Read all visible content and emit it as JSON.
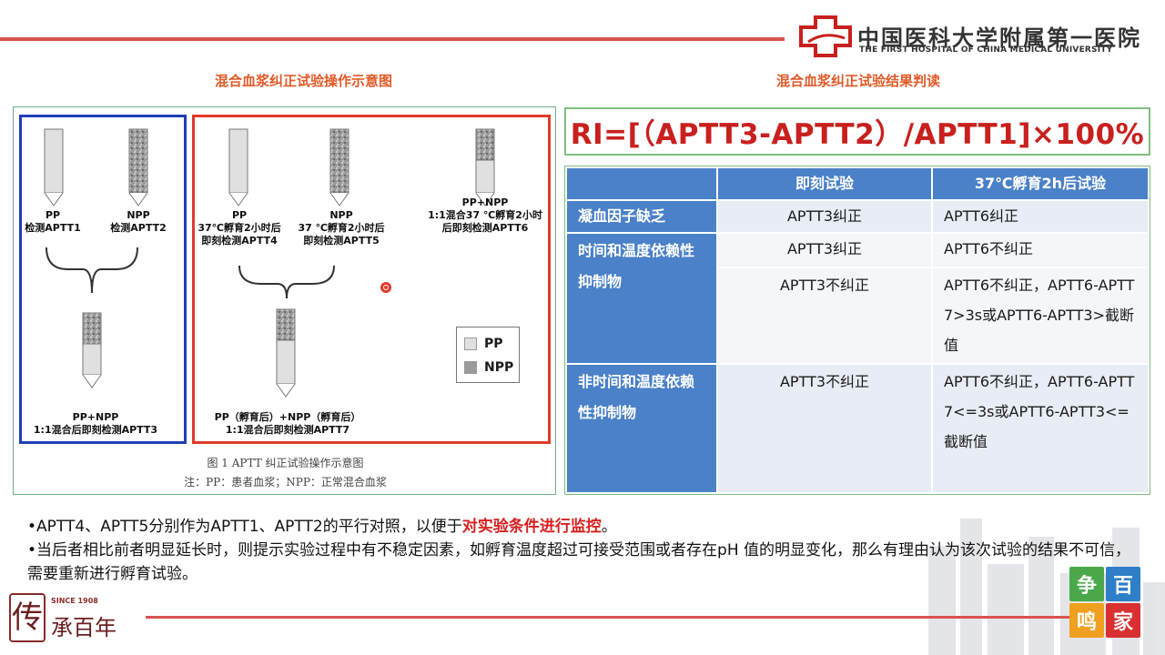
{
  "header": {
    "logo_cn": "中国医科大学附属第一医院",
    "logo_en": "THE FIRST HOSPITAL OF CHINA MEDICAL UNIVERSITY"
  },
  "titles": {
    "left": "混合血浆纠正试验操作示意图",
    "right": "混合血浆纠正试验结果判读"
  },
  "diagram": {
    "tubes": {
      "pp1": "PP\n检测APTT1",
      "npp1": "NPP\n检测APTT2",
      "mix1": "PP+NPP\n1:1混合后即刻检测APTT3",
      "pp2": "PP\n37℃孵育2小时后\n即刻检测APTT4",
      "npp2": "NPP\n37 ℃孵育2小时后\n即刻检测APTT5",
      "mix2": "PP+NPP\n1:1混合37 ℃孵育2小时\n后即刻检测APTT6",
      "mix3": "PP（孵育后）+NPP（孵育后）\n1:1混合后即刻检测APTT7"
    },
    "legend": {
      "pp": "PP",
      "npp": "NPP"
    },
    "caption": "图 1  APTT 纠正试验操作示意图",
    "note": "注：PP：患者血浆；NPP：正常混合血浆"
  },
  "formula": "RI=[（APTT3-APTT2）/APTT1]×100%",
  "table": {
    "headers": [
      "",
      "即刻试验",
      "37℃孵育2h后试验"
    ],
    "rows": [
      {
        "label": "凝血因子缺乏",
        "immediate": "APTT3纠正",
        "incubated": "APTT6纠正"
      },
      {
        "label": "时间和温度依赖性抑制物",
        "immediate_a": "APTT3纠正",
        "incubated_a": "APTT6不纠正",
        "immediate_b": "APTT3不纠正",
        "incubated_b": "APTT6不纠正，APTT6-APTT7>3s或APTT6-APTT3>截断值"
      },
      {
        "label": "非时间和温度依赖性抑制物",
        "immediate": "APTT3不纠正",
        "incubated": "APTT6不纠正，APTT6-APTT7<=3s或APTT6-APTT3<=截断值"
      }
    ]
  },
  "bullets": {
    "b1_pre": "•APTT4、APTT5分别作为APTT1、APTT2的平行对照，以便于",
    "b1_hl": "对实验条件进行监控",
    "b1_post": "。",
    "b2": "•当后者相比前者明显延长时，则提示实验过程中有不稳定因素，如孵育温度超过可接受范围或者存在pH 值的明显变化，那么有理由认为该次试验的结果不可信，需要重新进行孵育试验。"
  },
  "footer": {
    "since": "SINCE 1908",
    "badge": "传",
    "brand": "承百年",
    "zb": [
      "争",
      "百",
      "鸣",
      "家"
    ]
  },
  "colors": {
    "accent_red": "#d9534f",
    "title_orange": "#e05a28",
    "table_blue": "#4a81c8",
    "highlight": "#d81e1e"
  }
}
